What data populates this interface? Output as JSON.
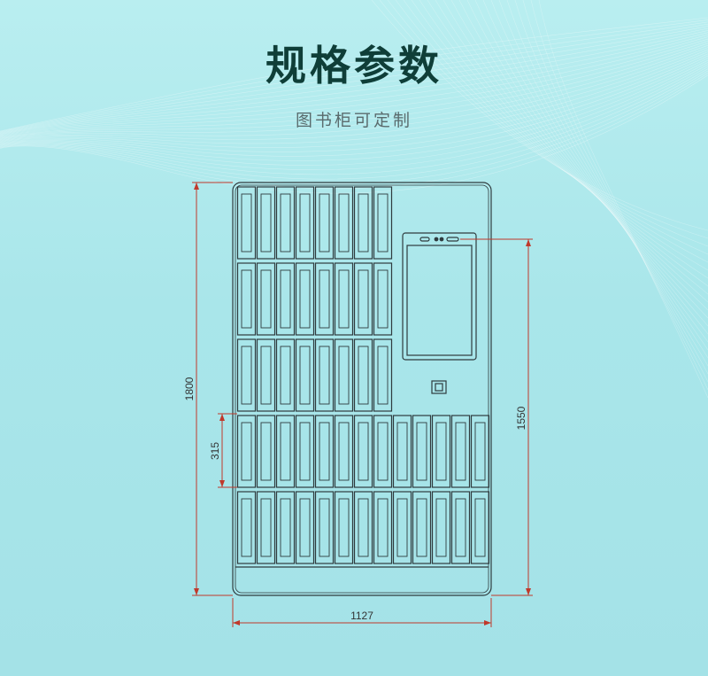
{
  "header": {
    "title": "规格参数",
    "subtitle": "图书柜可定制"
  },
  "dimensions": {
    "total_height": "1800",
    "screen_height": "1550",
    "door_height": "315",
    "total_width": "1127"
  },
  "colors": {
    "background": "#a9e6ea",
    "title": "#0f3e38",
    "line": "#2f3b3e",
    "dimension_line": "#c0392b"
  }
}
